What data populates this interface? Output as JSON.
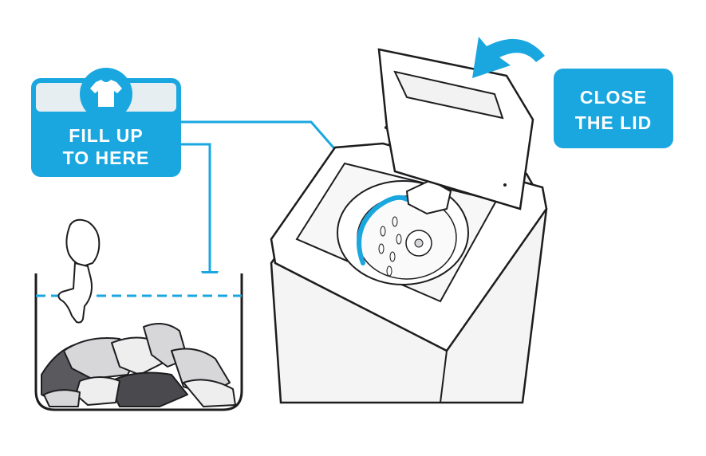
{
  "fill_callout": {
    "line1": "FILL UP",
    "line2": "TO HERE",
    "icon": "tshirt-icon"
  },
  "lid_callout": {
    "line1": "CLOSE",
    "line2": "THE LID",
    "icon": "curved-arrow-icon"
  },
  "colors": {
    "accent": "#1aa7e0",
    "outline": "#1d1d1f",
    "panel_light": "#e6eef2",
    "machine": "#f2f2f2",
    "clothes_dark": "#5a5a5e",
    "clothes_light": "#d7d7d9"
  }
}
